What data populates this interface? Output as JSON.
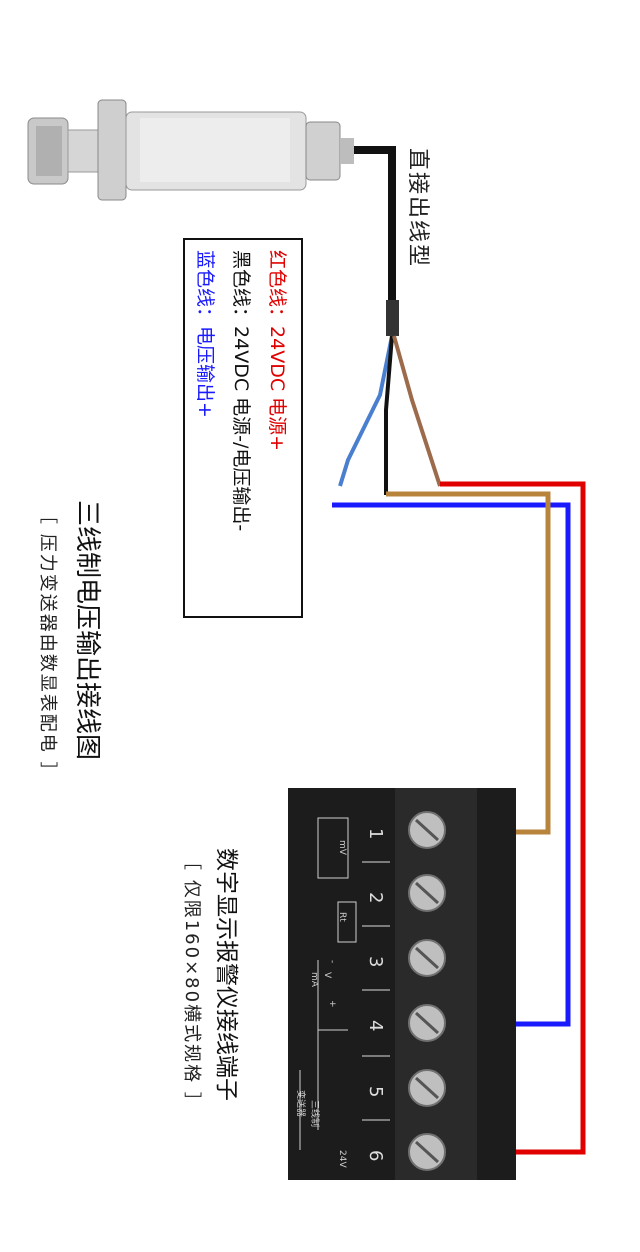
{
  "cable_label": "直接出线型",
  "legend": {
    "red": {
      "label": "红色线：",
      "value": "24VDC 电源+"
    },
    "black": {
      "label": "黑色线：",
      "value": "24VDC 电源-/电压输出-"
    },
    "blue": {
      "label": "蓝色线：",
      "value": "电压输出+"
    }
  },
  "title": "三线制电压输出接线图",
  "subtitle": "［ 压力变送器由数显表配电 ］",
  "terminal_title": "数字显示报警仪接线端子",
  "terminal_note": "［ 仅限160×80横式规格 ］",
  "terminal_numbers": [
    "1",
    "2",
    "3",
    "4",
    "5",
    "6"
  ],
  "schematic": {
    "mv": "mV",
    "rt": "Rt",
    "v": "V",
    "ma": "mA",
    "plus": "+",
    "minus": "-",
    "v24": "24V",
    "sanxian": "三线制",
    "biansong": "变送器"
  },
  "colors": {
    "red": "#e00000",
    "blue": "#1a1aff",
    "brown": "#b8843c",
    "panel": "#1c1c1c"
  }
}
